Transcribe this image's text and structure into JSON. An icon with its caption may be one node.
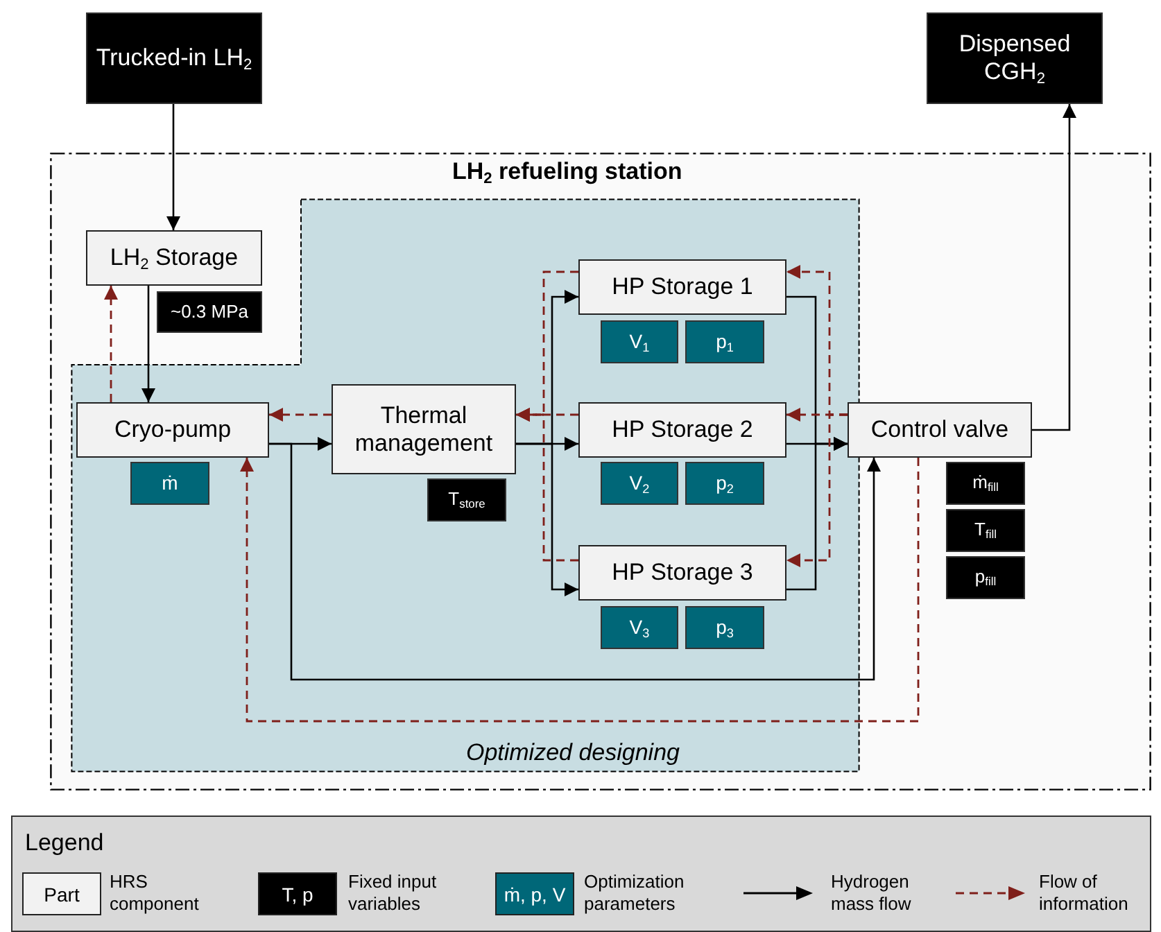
{
  "diagram": {
    "nodes": [
      {
        "text": [
          "Trucked-in LH$_{2}$"
        ]
      },
      {
        "text": [
          "Dispensed CGH$_{2}$"
        ]
      },
      {
        "text": [
          "LH$_{2}$ refueling station"
        ]
      },
      {
        "text": [
          "Optimized designing"
        ],
        "in": 2
      },
      {
        "text": [
          "LH$_{2}$ Storage"
        ],
        "in": 2
      },
      {
        "text": [
          "~0.3 MPa"
        ],
        "in": 2
      },
      {
        "text": [
          "Cryo-pump"
        ],
        "in": 3
      },
      {
        "text": [
          "ṁ"
        ],
        "in": 3
      },
      {
        "text": [
          "Thermal management"
        ],
        "in": 3
      },
      {
        "text": [
          "T$_{store}$"
        ],
        "in": 3
      },
      {
        "text": [
          "HP Storage 1"
        ],
        "in": 3
      },
      {
        "text": [
          "V$_{1}$"
        ],
        "in": 3
      },
      {
        "text": [
          "p$_{1}$"
        ],
        "in": 3
      },
      {
        "text": [
          "HP Storage 2"
        ],
        "in": 3
      },
      {
        "text": [
          "V$_{2}$"
        ],
        "in": 3
      },
      {
        "text": [
          "p$_{2}$"
        ],
        "in": 3
      },
      {
        "text": [
          "HP Storage 3"
        ],
        "in": 3
      },
      {
        "text": [
          "V$_{3}$"
        ],
        "in": 3
      },
      {
        "text": [
          "p$_{3}$"
        ],
        "in": 3
      },
      {
        "text": [
          "Control valve"
        ],
        "in": 2
      },
      {
        "text": [
          "ṁ$_{fill}$"
        ],
        "in": 2
      },
      {
        "text": [
          "T$_{fill}$"
        ],
        "in": 2
      },
      {
        "text": [
          "p$_{fill}$"
        ],
        "in": 2
      }
    ],
    "edges": [
      {
        "from": 0,
        "to": 4,
        "arrow": "to"
      },
      {
        "from": 4,
        "to": 6,
        "arrow": "to"
      },
      {
        "from": 6,
        "to": 8,
        "arrow": "to"
      },
      {
        "from": 8,
        "to": 10,
        "arrow": "to"
      },
      {
        "from": 8,
        "to": 13,
        "arrow": "to"
      },
      {
        "from": 8,
        "to": 16,
        "arrow": "to"
      },
      {
        "from": 10,
        "to": 19,
        "arrow": "to"
      },
      {
        "from": 13,
        "to": 19,
        "arrow": "to"
      },
      {
        "from": 16,
        "to": 19,
        "arrow": "to"
      },
      {
        "from": 6,
        "to": 19,
        "arrow": "to"
      },
      {
        "from": 19,
        "to": 1,
        "arrow": "to"
      },
      {
        "from": 6,
        "to": 4,
        "arrow": "to",
        "style": "dashed",
        "color": "#7f1f1a"
      },
      {
        "from": 8,
        "to": 6,
        "arrow": "to",
        "style": "dashed",
        "color": "#7f1f1a"
      },
      {
        "from": 10,
        "to": 8,
        "arrow": "to",
        "style": "dashed",
        "color": "#7f1f1a"
      },
      {
        "from": 13,
        "to": 8,
        "arrow": "to",
        "style": "dashed",
        "color": "#7f1f1a"
      },
      {
        "from": 16,
        "to": 8,
        "arrow": "to",
        "style": "dashed",
        "color": "#7f1f1a"
      },
      {
        "from": 19,
        "to": 10,
        "arrow": "to",
        "style": "dashed",
        "color": "#7f1f1a"
      },
      {
        "from": 19,
        "to": 13,
        "arrow": "to",
        "style": "dashed",
        "color": "#7f1f1a"
      },
      {
        "from": 19,
        "to": 16,
        "arrow": "to",
        "style": "dashed",
        "color": "#7f1f1a"
      },
      {
        "from": 19,
        "to": 6,
        "arrow": "to",
        "style": "dashed",
        "color": "#7f1f1a"
      }
    ],
    "labels": [
      "Legend",
      "Part",
      "T, p",
      "ṁ, p, V"
    ],
    "legend": [
      {
        "text": "HRS component",
        "color": "#f2f2f2"
      },
      {
        "text": "Fixed input variables",
        "color": "#000000"
      },
      {
        "text": "Optimization parameters",
        "color": "#006778"
      },
      {
        "text": "Hydrogen mass flow"
      },
      {
        "text": "Flow of information"
      }
    ]
  }
}
